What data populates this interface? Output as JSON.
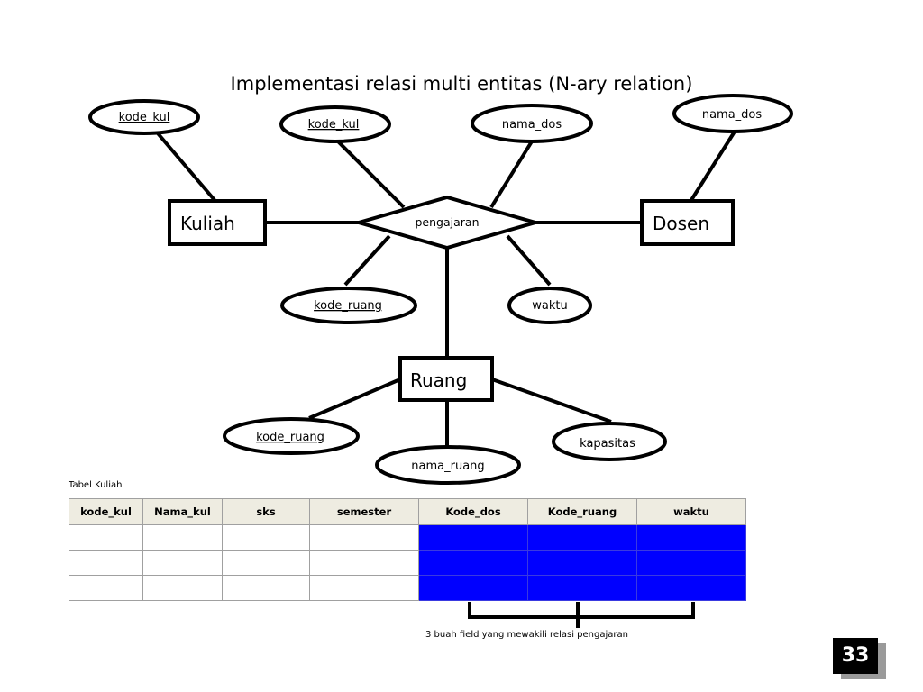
{
  "title": "Implementasi relasi multi entitas (N-ary relation)",
  "entities": {
    "kuliah": "Kuliah",
    "dosen": "Dosen",
    "ruang": "Ruang"
  },
  "relationship": "pengajaran",
  "attributes": {
    "kuliah_kode_kul": "kode_kul",
    "rel_kode_kul": "kode_kul",
    "rel_nama_dos": "nama_dos",
    "dosen_nama_dos": "nama_dos",
    "rel_kode_ruang": "kode_ruang",
    "rel_waktu": "waktu",
    "ruang_kode_ruang": "kode_ruang",
    "ruang_nama_ruang": "nama_ruang",
    "ruang_kapasitas": "kapasitas"
  },
  "table": {
    "caption": "Tabel Kuliah",
    "headers": [
      "kode_kul",
      "Nama_kul",
      "sks",
      "semester",
      "Kode_dos",
      "Kode_ruang",
      "waktu"
    ],
    "row_count": 3,
    "highlighted_columns": [
      "Kode_dos",
      "Kode_ruang",
      "waktu"
    ],
    "highlight_color": "#0000ff"
  },
  "bracket_note": "3 buah field yang mewakili relasi pengajaran",
  "page_number": "33"
}
